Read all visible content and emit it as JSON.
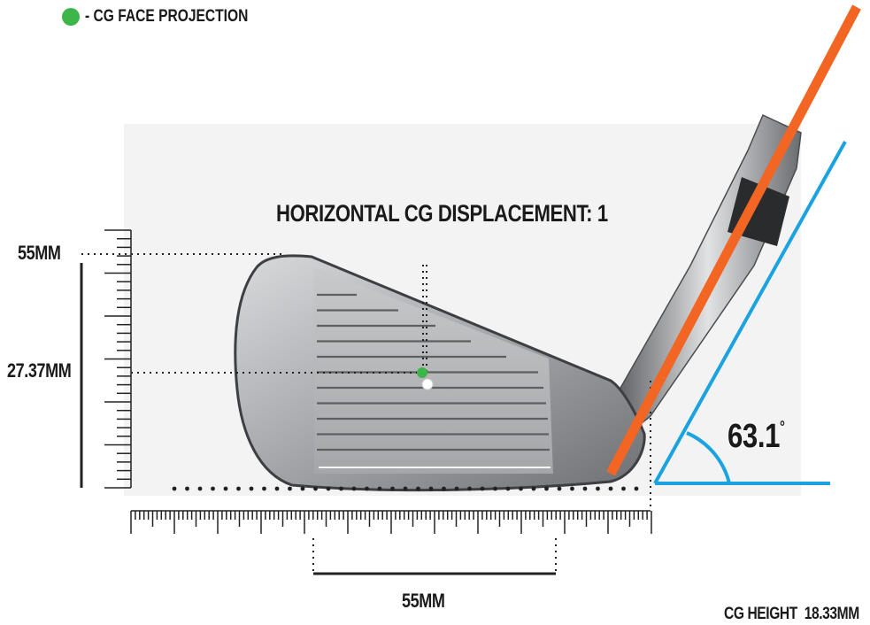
{
  "legend": {
    "text": "- CG FACE PROJECTION",
    "color": "#3db54a"
  },
  "horizontal_cg": {
    "label": "HORIZONTAL CG DISPLACEMENT:",
    "value": "1"
  },
  "top_measure": "55MM",
  "side_measure": "27.37MM",
  "bottom_measure": "55MM",
  "angle": {
    "value": "63.1",
    "unit": "°"
  },
  "cg_height": {
    "label": "CG HEIGHT",
    "value": "18.33MM"
  },
  "colors": {
    "shaft_line": "#f26522",
    "angle_line": "#1aa3e0",
    "cg_dot": "#3db54a",
    "ink": "#1a1a1a"
  }
}
